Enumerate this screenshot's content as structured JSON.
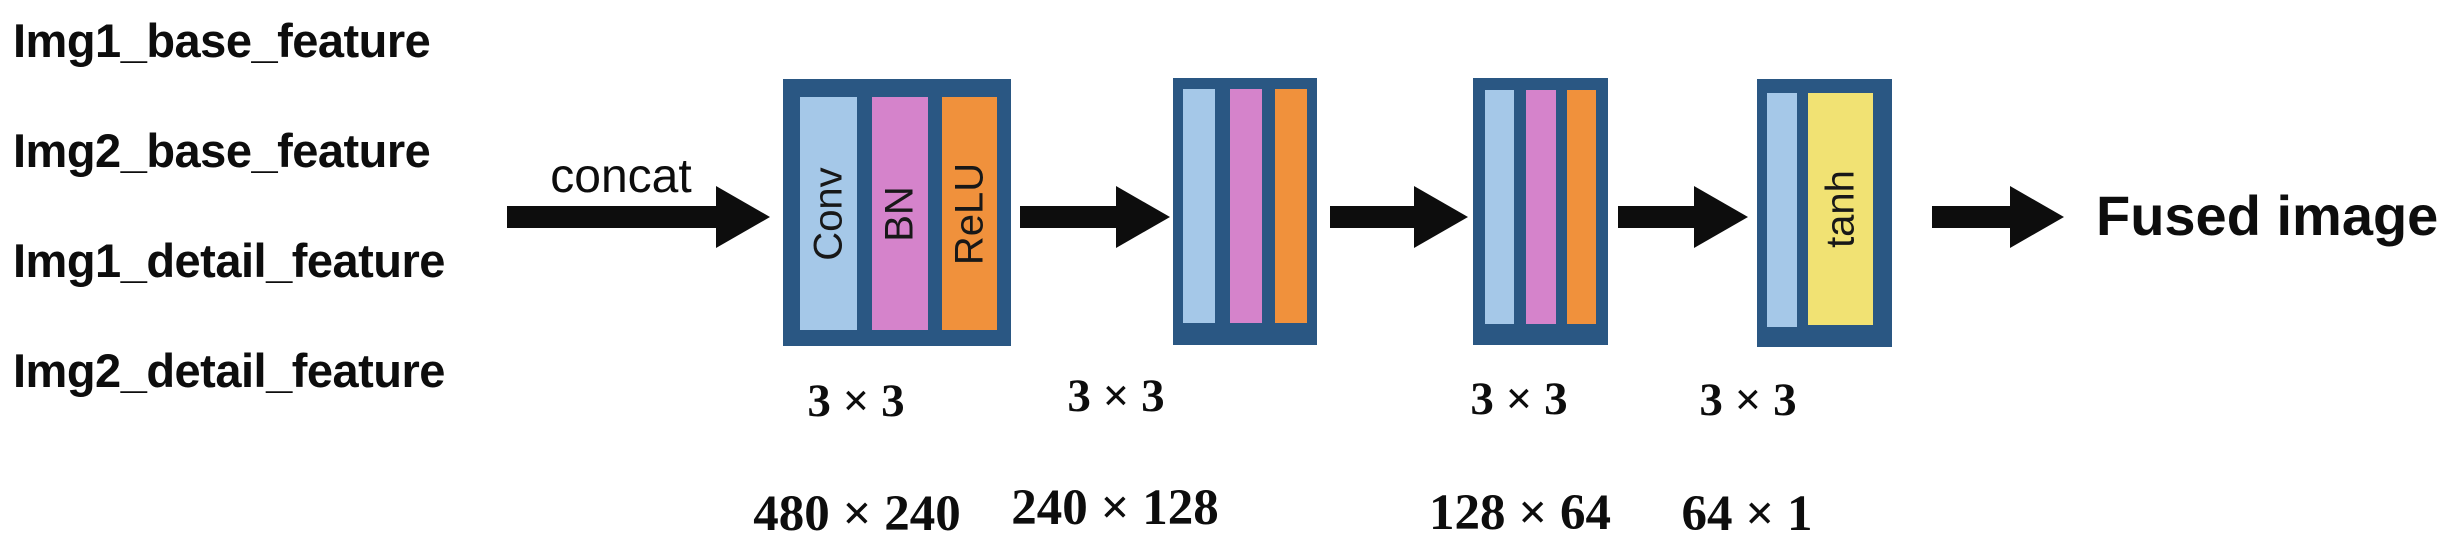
{
  "colors": {
    "border": "#2A5783",
    "conv": "#A5C8E8",
    "bn": "#D583CB",
    "relu": "#F0913C",
    "tanh": "#F1E273",
    "arrow": "#0d0d0d",
    "text": "#0d0d0d"
  },
  "inputs": {
    "items": [
      "Img1_base_feature",
      "Img2_base_feature",
      "Img1_detail_feature",
      "Img2_detail_feature"
    ]
  },
  "concat": {
    "label": "concat"
  },
  "output": {
    "label": "Fused image"
  },
  "blocks": [
    {
      "layers": [
        {
          "type": "conv",
          "label": "Conv"
        },
        {
          "type": "bn",
          "label": "BN"
        },
        {
          "type": "relu",
          "label": "ReLU"
        }
      ],
      "kernel": "3 × 3",
      "size": "480 × 240"
    },
    {
      "layers": [
        {
          "type": "conv",
          "label": ""
        },
        {
          "type": "bn",
          "label": ""
        },
        {
          "type": "relu",
          "label": ""
        }
      ],
      "kernel": "3 × 3",
      "size": "240 × 128"
    },
    {
      "layers": [
        {
          "type": "conv",
          "label": ""
        },
        {
          "type": "bn",
          "label": ""
        },
        {
          "type": "relu",
          "label": ""
        }
      ],
      "kernel": "3 × 3",
      "size": "128 × 64"
    },
    {
      "layers": [
        {
          "type": "conv",
          "label": ""
        },
        {
          "type": "tanh",
          "label": "tanh"
        }
      ],
      "kernel": "3 × 3",
      "size": "64 × 1"
    }
  ]
}
